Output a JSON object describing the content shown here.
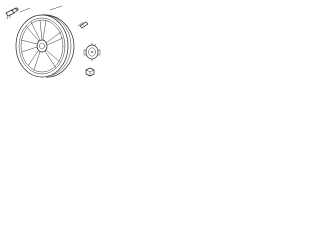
{
  "diagram": {
    "parts": [
      {
        "name": "wheel-rim"
      },
      {
        "name": "tire-valve-stem"
      },
      {
        "name": "center-cap"
      },
      {
        "name": "wheel-balance-weight"
      },
      {
        "name": "lug-nut"
      }
    ]
  }
}
